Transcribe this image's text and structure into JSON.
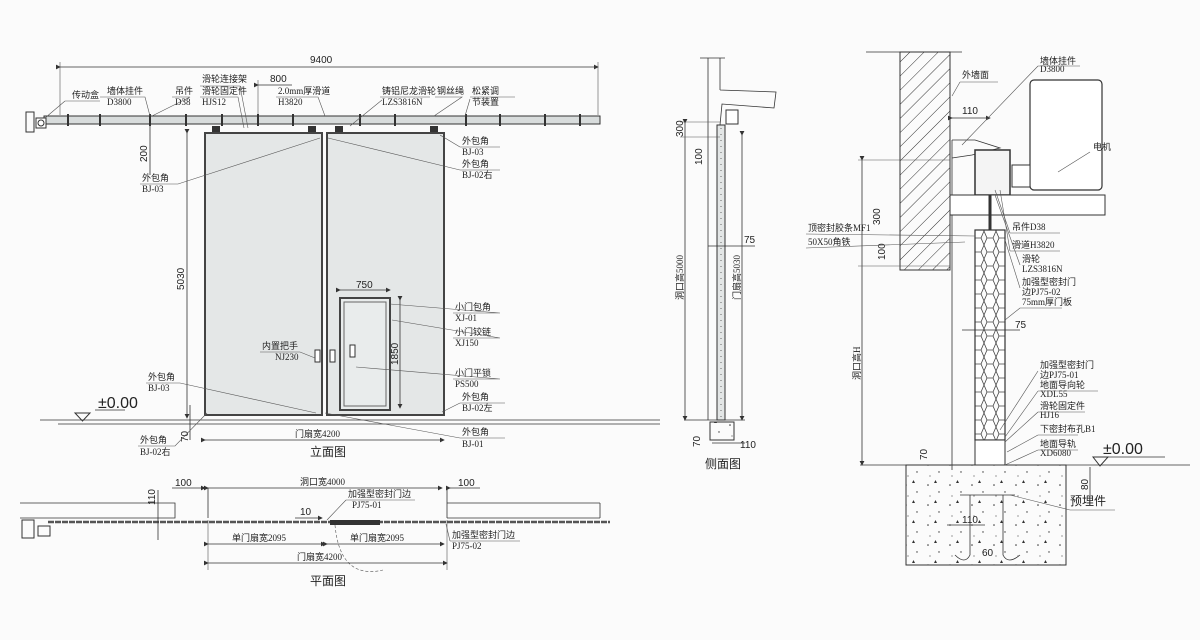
{
  "elevation": {
    "title": "立面图",
    "dim_total": "9400",
    "dim_800": "800",
    "dim_200": "200",
    "dim_5030": "5030",
    "dim_750": "750",
    "dim_1850": "1850",
    "dim_70": "70",
    "dim_width": "门扇宽4200",
    "level": "±0.00",
    "drive_box": "传动盒",
    "wall_hanger": [
      "墙体挂件",
      "D3800"
    ],
    "hanger": [
      "吊件",
      "D38"
    ],
    "pulley_frame": [
      "滑轮连接架",
      "滑轮固定件",
      "HJS12"
    ],
    "track": [
      "2.0mm厚滑道",
      "H3820"
    ],
    "pulley": [
      "铸铝尼龙滑轮",
      "LZS3816N"
    ],
    "wire": "钢丝绳",
    "tensioner": [
      "松紧调",
      "节装置"
    ],
    "corner_tr1": [
      "外包角",
      "BJ-03"
    ],
    "corner_tr2": [
      "外包角",
      "BJ-02右"
    ],
    "corner_tl": [
      "外包角",
      "BJ-03"
    ],
    "small_corner": [
      "小门包角",
      "XJ-01"
    ],
    "small_hinge": [
      "小门铰链",
      "XJ150"
    ],
    "handle": [
      "内置把手",
      "NJ230"
    ],
    "small_lock": [
      "小门平锁",
      "PS500"
    ],
    "corner_bl": [
      "外包角",
      "BJ-03"
    ],
    "corner_br": [
      "外包角",
      "BJ-02左"
    ],
    "corner_bm": [
      "外包角",
      "BJ-01"
    ],
    "corner_bl2": [
      "外包角",
      "BJ-02右"
    ]
  },
  "plan": {
    "title": "平面图",
    "dim_100a": "100",
    "dim_opening": "洞口宽4000",
    "dim_100b": "100",
    "dim_110": "110",
    "dim_10": "10",
    "seal1": [
      "加强型密封门边",
      "PJ75-01"
    ],
    "leaf_left": "单门扇宽2095",
    "leaf_right": "单门扇宽2095",
    "dim_width": "门扇宽4200",
    "seal2": [
      "加强型密封门边",
      "PJ75-02"
    ]
  },
  "side": {
    "title": "侧面图",
    "dim_300": "300",
    "dim_100": "100",
    "opening_h": "洞口高5000",
    "dim_75": "75",
    "door_h": "门扇高5030",
    "dim_70": "70",
    "dim_110": "110"
  },
  "detail": {
    "wall_hanger": [
      "墙体挂件",
      "D3800"
    ],
    "outer_wall": "外墙面",
    "dim_110": "110",
    "motor": "电机",
    "top_seal": "顶密封胶条MF1",
    "angle": "50X50角铁",
    "dim_300": "300",
    "dim_100": "100",
    "hanger": "吊件D38",
    "track": "滑道H3820",
    "pulley": [
      "滑轮",
      "LZS3816N"
    ],
    "seal2": [
      "加强型密封门",
      "边PJ75-02"
    ],
    "panel": "75mm厚门板",
    "dim_75": "75",
    "opening_h": "洞口高H",
    "seal1": [
      "加强型密封门",
      "边PJ75-01"
    ],
    "guide": [
      "地面导向轮",
      "XDL55"
    ],
    "fixer": [
      "滑轮固定件",
      "HJ16"
    ],
    "bottom_seal": "下密封布孔B1",
    "rail": [
      "地面导轨",
      "XD6080"
    ],
    "level": "±0.00",
    "dim_70": "70",
    "dim_80": "80",
    "embed": "预埋件",
    "dim_110b": "110",
    "dim_60": "60"
  }
}
